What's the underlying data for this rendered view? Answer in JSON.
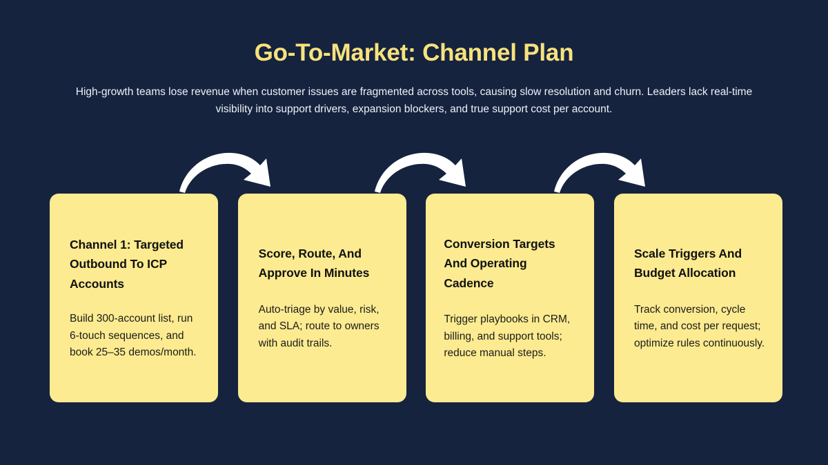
{
  "header": {
    "title": "Go-To-Market: Channel Plan",
    "subtitle": "High-growth teams lose revenue when customer issues are fragmented across tools, causing slow resolution and churn. Leaders lack real-time visibility into support drivers, expansion blockers, and true support cost per account."
  },
  "colors": {
    "background": "#16233f",
    "card_fill": "#fceb90",
    "title_accent": "#f7e27d",
    "arrow": "#ffffff",
    "heading_text": "#111111",
    "body_text": "#1b1b1b",
    "subtitle_text": "#eef1f7"
  },
  "cards": [
    {
      "heading": "Channel 1: Targeted Outbound To ICP Accounts",
      "body": "Build 300-account list, run 6-touch sequences, and book 25–35 demos/month."
    },
    {
      "heading": "Score, Route, And Approve In Minutes",
      "body": "Auto-triage by value, risk, and SLA; route to owners with audit trails."
    },
    {
      "heading": "Conversion Targets And Operating Cadence",
      "body": "Trigger playbooks in CRM, billing, and support tools; reduce manual steps."
    },
    {
      "heading": "Scale Triggers And Budget Allocation",
      "body": "Track conversion, cycle time, and cost per request; optimize rules continuously."
    }
  ],
  "arrows": [
    {
      "name": "curved-arrow-step-1-to-2"
    },
    {
      "name": "curved-arrow-step-2-to-3"
    },
    {
      "name": "curved-arrow-step-3-to-4"
    }
  ]
}
